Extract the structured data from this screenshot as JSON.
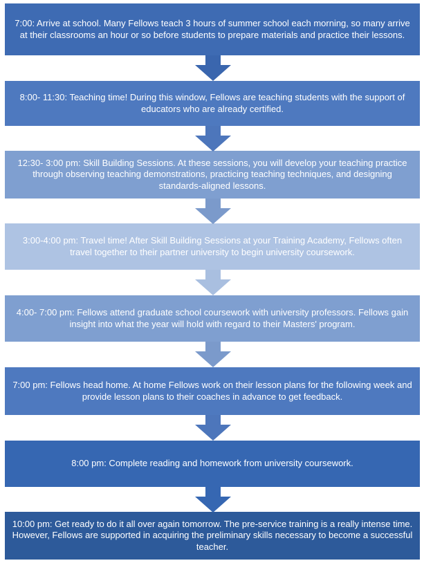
{
  "steps": [
    {
      "text": "7:00: Arrive at school. Many Fellows teach 3 hours of summer school each morning, so  many arrive at their classrooms an hour or so before students to prepare materials and  practice their lessons.",
      "color": "#3e6bb3"
    },
    {
      "text": "8:00- 11:30: Teaching time! During this window, Fellows are teaching students with the support of educators who are already certified.",
      "color": "#4e79bf"
    },
    {
      "text": "12:30- 3:00 pm: Skill Building Sessions. At these sessions, you will develop your teaching practice through observing teaching demonstrations, practicing teaching techniques, and designing standards-aligned lessons.",
      "color": "#7f9fd0"
    },
    {
      "text": "3:00-4:00 pm: Travel time! After Skill Building Sessions at your Training Academy, Fellows often travel together to their partner university to begin university coursework.",
      "color": "#aec3e3"
    },
    {
      "text": "4:00- 7:00 pm: Fellows attend graduate school coursework with university professors. Fellows gain insight into what the year will hold with regard to their Masters' program.",
      "color": "#7f9fd0"
    },
    {
      "text": "7:00 pm: Fellows head home. At home Fellows work on their lesson plans for the following week and provide lesson plans to their coaches in advance to get feedback.",
      "color": "#4e79bf"
    },
    {
      "text": "8:00 pm: Complete reading and homework from university coursework.",
      "color": "#3667b2"
    },
    {
      "text": "10:00 pm: Get ready to do it all over again tomorrow. The pre-service training is a really intense time. However, Fellows are supported in acquiring the preliminary skills necessary to become a successful teacher.",
      "color": "#2d5a9a"
    }
  ],
  "arrow_colors": [
    "#3a66ae",
    "#4d76bb",
    "#7b9acb",
    "#a9bfe0",
    "#7b9acb",
    "#4d76bb",
    "#3667b2"
  ]
}
